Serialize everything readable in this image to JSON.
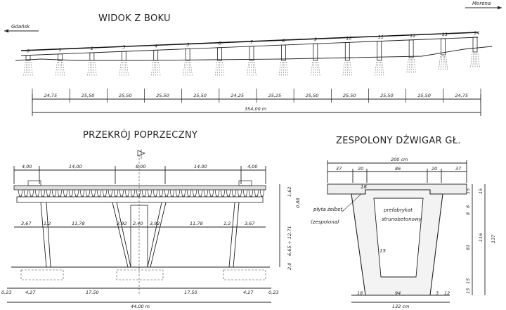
{
  "side_view": {
    "title": "WIDOK Z BOKU",
    "left_place": "Gdańsk",
    "right_place": "Morena",
    "pier_numbers": [
      "0",
      "1",
      "2",
      "3",
      "4",
      "5",
      "6",
      "7",
      "8",
      "9",
      "10",
      "11",
      "12",
      "13",
      "14"
    ],
    "span_lengths": [
      "24,75",
      "25,50",
      "25,50",
      "25,50",
      "25,50",
      "24,25",
      "25,25",
      "25,50",
      "25,50",
      "25,50",
      "25,50",
      "24,75"
    ],
    "total_length": "354,00 m"
  },
  "cross_section": {
    "title": "PRZEKRÓJ POPRZECZNY",
    "top_dims": [
      "4,00",
      "14,00",
      "8,00",
      "14,00",
      "4,00"
    ],
    "mid_dims": [
      "3,67",
      "1,2",
      "11,78",
      "3,92",
      "2,40",
      "3,92",
      "11,78",
      "1,2",
      "3,67"
    ],
    "bottom_dims": [
      "0,23",
      "4,27",
      "17,50",
      "17,50",
      "4,27",
      "0,23"
    ],
    "total_width": "44,00 m",
    "right_dims": [
      "1,62",
      "0,88",
      "6,65 ÷ 12,71",
      "2,0"
    ]
  },
  "girder": {
    "title": "ZESPOLONY DŹWIGAR GŁ.",
    "top_width": "200 cm",
    "top_dims": [
      "37",
      "20",
      "86",
      "20",
      "37"
    ],
    "labels": {
      "slab": "płyta żelbet.",
      "slab2": "(zespolona)",
      "prefab": "prefabrykat",
      "prefab2": "strunobetonowy",
      "web": "15",
      "flange": "18"
    },
    "right_dims": [
      "15",
      "15",
      "6",
      "8",
      "116",
      "137",
      "81",
      "15",
      "15"
    ],
    "bottom_dims": [
      "18",
      "94",
      "3",
      "12"
    ],
    "bottom_width": "132 cm"
  }
}
